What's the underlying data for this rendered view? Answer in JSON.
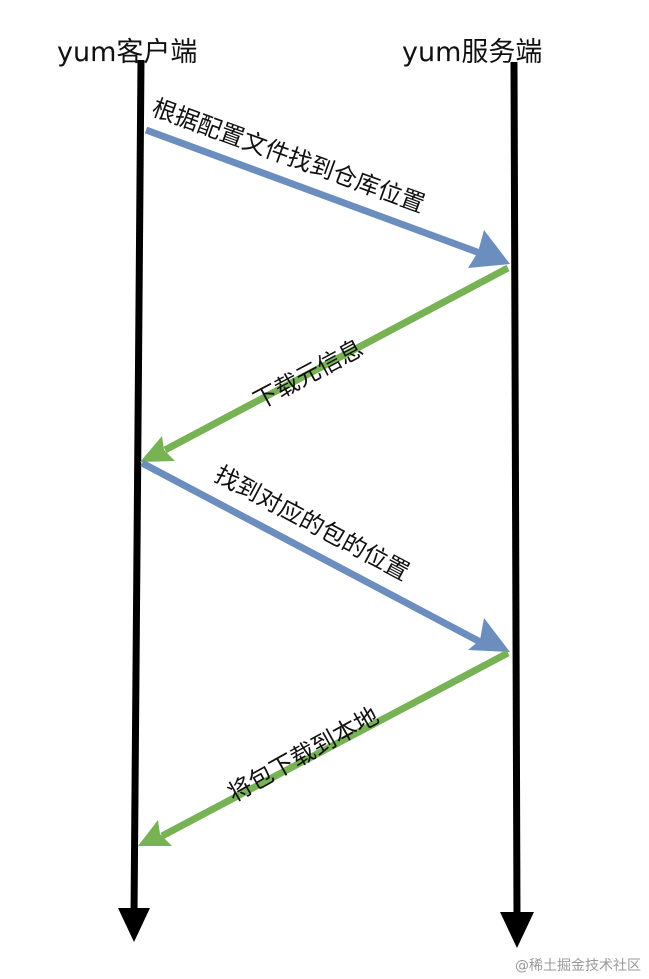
{
  "actors": {
    "client": "yum客户端",
    "server": "yum服务端"
  },
  "messages": [
    {
      "label": "根据配置文件找到仓库位置",
      "direction": "client-to-server",
      "color": "#6c8ebf"
    },
    {
      "label": "下载元信息",
      "direction": "server-to-client",
      "color": "#77b255"
    },
    {
      "label": "找到对应的包的位置",
      "direction": "client-to-server",
      "color": "#6c8ebf"
    },
    {
      "label": "将包下载到本地",
      "direction": "server-to-client",
      "color": "#77b255"
    }
  ],
  "colors": {
    "lifeline": "#000000",
    "request": "#6c8ebf",
    "response": "#77b255"
  },
  "watermark": "@稀土掘金技术社区"
}
